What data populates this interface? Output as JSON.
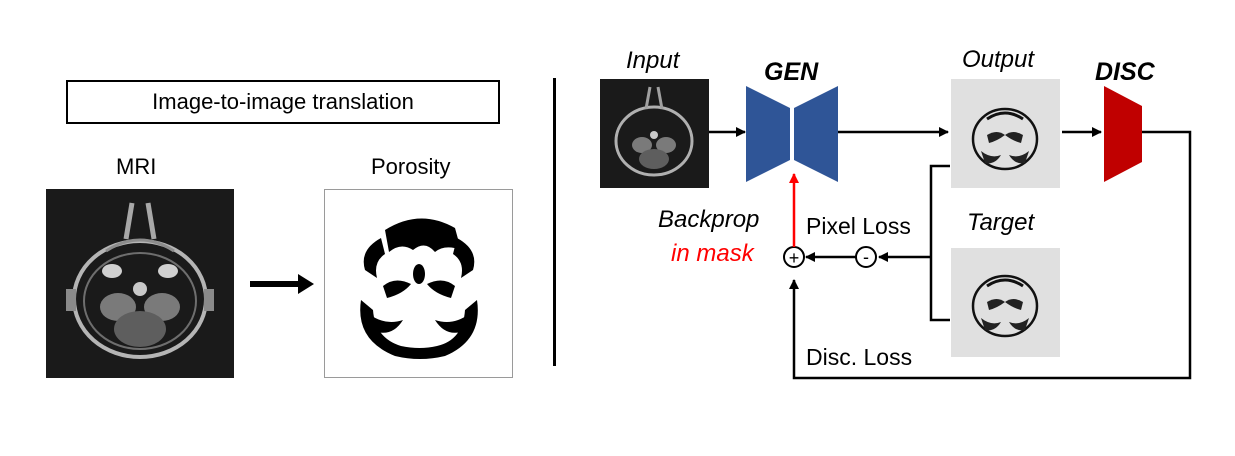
{
  "left": {
    "title": "Image-to-image translation",
    "mri_label": "MRI",
    "porosity_label": "Porosity"
  },
  "right": {
    "input_label": "Input",
    "gen_label": "GEN",
    "output_label": "Output",
    "disc_label": "DISC",
    "target_label": "Target",
    "backprop_label": "Backprop",
    "in_mask_label": "in mask",
    "pixel_loss_label": "Pixel Loss",
    "disc_loss_label": "Disc. Loss",
    "plus_symbol": "+",
    "minus_symbol": "-"
  },
  "colors": {
    "gen": "#2f5597",
    "disc": "#c00000",
    "backprop_arrow": "#ff0000",
    "in_mask_text": "#ff0000",
    "mri_background": "#1a1a1a",
    "output_background": "#e0e0e0"
  }
}
